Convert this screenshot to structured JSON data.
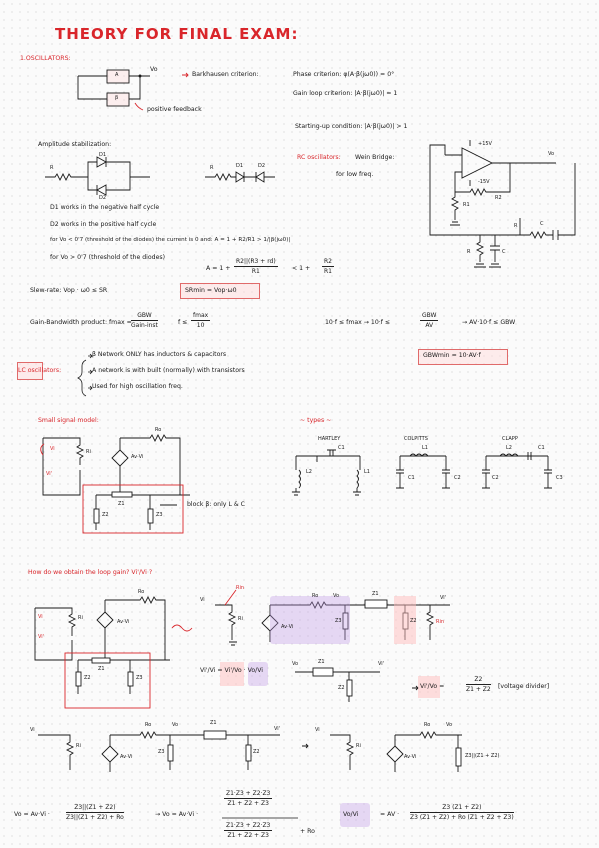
{
  "title": "THEORY FOR FINAL EXAM:",
  "section_oscillators": "1.OSCILLATORS:",
  "block_a": "A",
  "block_beta": "β",
  "vo_label": "Vo",
  "barkhausen": "Barkhausen criterion:",
  "phase_criterion": "Phase criterion: φ(A·β(jω0)) = 0°",
  "gain_loop_criterion": "Gain loop criterion: |A·β(jω0)| = 1",
  "positive_feedback": "positive feedback",
  "starting_up": "Starting-up condition: |A·β(jω0)| > 1",
  "amplitude_stabilization": "Amplitude stabilization:",
  "d1": "D1",
  "d2": "D2",
  "r_label": "R",
  "rc_oscillators": "RC oscillators:",
  "wein_bridge": "Wein Bridge:",
  "for_low_freq": "for low freq.",
  "plus15v": "+15V",
  "minus15v": "-15V",
  "r2": "R2",
  "r1": "R1",
  "c_label": "C",
  "bullets": [
    "D1 works in the negative half cycle",
    "D2 works in the positive half cycle",
    "for Vo < 0'7 (threshold of the diodes) the current is 0 and:  A = 1 + R2/R1 > 1/|β(jω0)|",
    "for Vo > 0'7 (threshold of the diodes)"
  ],
  "gain_eq_lhs": "A = 1 +",
  "gain_eq_num": "R2||(R3 + rd)",
  "gain_eq_den": "R1",
  "gain_eq_mid": "< 1 +",
  "gain_eq_num2": "R2",
  "gain_eq_den2": "R1",
  "slew_rate": "Slew-rate: Vop · ω0 ≤ SR",
  "sr_min": "SRmin = Vop·ω0",
  "gbw_product": "Gain-Bandwidth product:  fmax =",
  "gbw_num": "GBW",
  "gbw_den": "Gain-inst",
  "f_leq": "f ≤",
  "f_num": "fmax",
  "f_den": "10",
  "gbw_chain": "10·f ≤ fmax  →  10·f ≤",
  "gbw_chain_num": "GBW",
  "gbw_chain_den": "AV",
  "gbw_chain_end": "→ AV·10·f ≤ GBW",
  "gbw_min": "GBWmin = 10·AV·f",
  "lc_oscillators": "LC oscillators:",
  "lc_items": [
    "β Network ONLY has inductors & capacitors",
    "A network is with built (normally) with transistors",
    "Used for high oscillation freq."
  ],
  "small_signal": "Small signal model:",
  "types": "~ types ~",
  "hartley": "HARTLEY",
  "colpitts": "COLPITTS",
  "clapp": "CLAPP",
  "ro": "Ro",
  "ri": "Ri",
  "vi": "Vi",
  "vi_prime": "Vi'",
  "av_vi": "Av·Vi",
  "z1": "Z1",
  "z2": "Z2",
  "z3": "Z3",
  "l1": "L1",
  "l2": "L2",
  "c1": "C1",
  "c2": "C2",
  "c3": "C3",
  "beta_note": "block β: only L & C",
  "loop_gain_q": "How do we obtain the loop gain? Vi'/Vi ?",
  "rin": "Rin",
  "ratio_eq": "Vi'/Vi = Vi'/Vo · Vo/Vi",
  "voltage_divider_lhs": "Vi'/Vo =",
  "voltage_divider_num": "Z2",
  "voltage_divider_den": "Z1 + Z2",
  "voltage_divider": "[voltage divider]",
  "z3_parallel": "Z3||(Z1 + Z2)",
  "vo_eq1_lhs": "Vo = Av·Vi ·",
  "vo_eq1_num": "Z3||(Z1 + Z2)",
  "vo_eq1_den": "Z3||(Z1 + Z2) + Ro",
  "vo_eq2_lhs": "→ Vo = Av·Vi ·",
  "vo_eq2_num_num": "Z1·Z3 + Z2·Z3",
  "vo_eq2_num_den": "Z1 + Z2 + Z3",
  "vo_eq2_den_num": "Z1·Z3 + Z2·Z3",
  "vo_eq2_den_den": "Z1 + Z2 + Z3",
  "vo_eq2_plus_ro": "+ Ro",
  "vo_vi_lhs": "Vo/Vi",
  "vo_vi_eq": "= AV ·",
  "vo_vi_num": "Z3 (Z1 + Z2)",
  "vo_vi_den": "Z3 (Z1 + Z2) + Ro (Z1 + Z2 + Z3)"
}
